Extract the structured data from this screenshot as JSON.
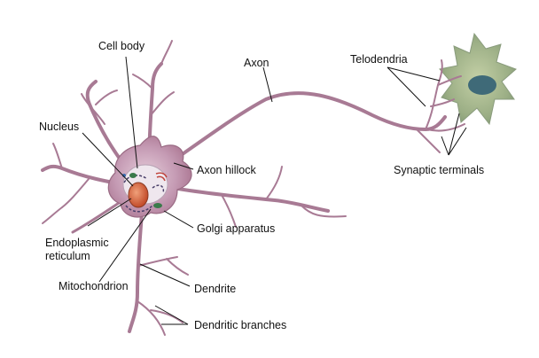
{
  "colors": {
    "membrane": "#9a6b84",
    "cytoplasm": "#c9a3b8",
    "nucleus": "#d9653c",
    "target_cell": "#8fa57a",
    "target_nucleus": "#3f6a78"
  },
  "labels": {
    "cell_body": "Cell body",
    "axon": "Axon",
    "telodendria": "Telodendria",
    "nucleus": "Nucleus",
    "axon_hillock": "Axon hillock",
    "synaptic_terminals": "Synaptic terminals",
    "golgi": "Golgi apparatus",
    "er_line1": "Endoplasmic",
    "er_line2": "reticulum",
    "mitochondrion": "Mitochondrion",
    "dendrite": "Dendrite",
    "dendritic_branches": "Dendritic branches"
  }
}
